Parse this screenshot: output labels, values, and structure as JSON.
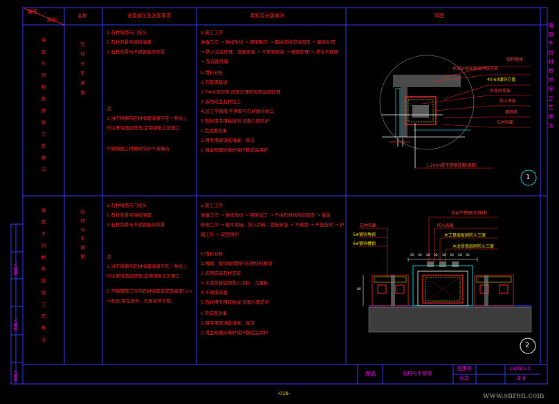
{
  "header": {
    "col0_top": "编号",
    "col0_bottom": "类别",
    "col1": "名称",
    "col2": "适用部位及注意事项",
    "col3": "用料及分层做法",
    "col4": "简图"
  },
  "right_margin_title": "墙面不同材质拼接工艺做法",
  "row1": {
    "category": "墙面不同材质拼接工艺做法",
    "name": "石材与不锈钢",
    "notes": [
      "1.石材墙面与门接头",
      "2.石材背景与墙纸墙面",
      "3.石材背景与不锈钢装饰背景",
      "注:",
      "1.当不锈钢与石材墙面接缝不在一条线上",
      "时注意墙面层处理,宜用钢板工艺施工",
      "不锈钢施工时做好防护不易撞击"
    ],
    "method": [
      "a.施工工序",
      "准备工作 → 弹线放线 → 钢架制作 → 钢板结构焊接固定 → 基层处理",
      "→ 防火涂层处理、面板安装 → 不锈钢安装 → 细部处理 → 清洁不锈钢",
      "→ 完成面处理",
      "b.用料分析",
      "1.方管钢基层",
      "2.5#水泥砂浆,阳角处理的包阳加固处理",
      "3.选用成品石材加工",
      "4.加工不锈钢,不锈钢与石材做好收口",
      "5.石材用专用粘接剂,背面六面防护",
      "c.完成面效果",
      "1.用专用玻璃胶填缝、保洁",
      "2.用金刚磨砂做好保护膜成品保护"
    ],
    "labels": [
      "结构墙体",
      "水泥砂浆加钢丝网抹灰层",
      "40-60镀锌方管",
      "水泥砂浆层",
      "防火夹板",
      "墙纸面",
      "石材饰面"
    ],
    "bottom_label": "1.2mm厚不锈钢饰面(镜面)",
    "detail_no": "1"
  },
  "row2": {
    "category": "墙面不同材质拼接工艺做法",
    "name": "石材与不锈钢",
    "notes": [
      "1.石材墙面与门接头",
      "2.石材背景与墙纸墙面",
      "3.石材背景与不锈钢装饰背景",
      "注:",
      "1.当不锈钢与石材墙面接缝不在一条线上",
      "时注意墙面层处理,宜用钢板工艺施工",
      "2.不锈钢施工时与石材墙面完成面高度(1m",
      "m左右,用铝板条、石板装饰平整。"
    ],
    "method": [
      "a.施工工序",
      "准备工作 → 弹线放线 → 钢架加工 → 干挂石材结构层固定 → 基层",
      "处理工作 → 细木夹板、防火涂料、面板安装 → 不锈钢 → 干挂石材 → 护",
      "理工作 → 成品保护",
      "b.用料分析",
      "1.槽钢、镀锌角钢制作石材结构框架",
      "2.选用成品石材安装",
      "3.木龙骨基层刷防火涂料、九厘板",
      "4.不锈钢饰面",
      "5.石材用专用胶粘接,背面六面防护",
      "c.完成面效果",
      "1.用专用玻璃胶填缝、保洁",
      "2.用金刚磨砂做好保护膜成品保护"
    ],
    "labels_top": "拉丝不锈钢(拉伸线)",
    "labels_left": [
      "石材饰面",
      "5#镀锌角钢",
      "6#镀锌槽钢"
    ],
    "labels_right": [
      "防火夹板",
      "木工基层板刷防火三度",
      "木龙骨基层刷防火三度"
    ],
    "dims": [
      "20",
      "30",
      "20",
      "30",
      "20",
      "30",
      "20",
      "30",
      "60"
    ],
    "detail_no": "2"
  },
  "side_labels": [
    "编辑人",
    "审核人",
    "审核人"
  ],
  "footer": {
    "label_name": "图名",
    "name_value": "石材与不锈钢",
    "label_code": "图集号",
    "code_value": "13JTL1-1",
    "label_page": "页次",
    "page_value": "B-8"
  },
  "page_number": "-016-",
  "watermark": "www.snren.com"
}
